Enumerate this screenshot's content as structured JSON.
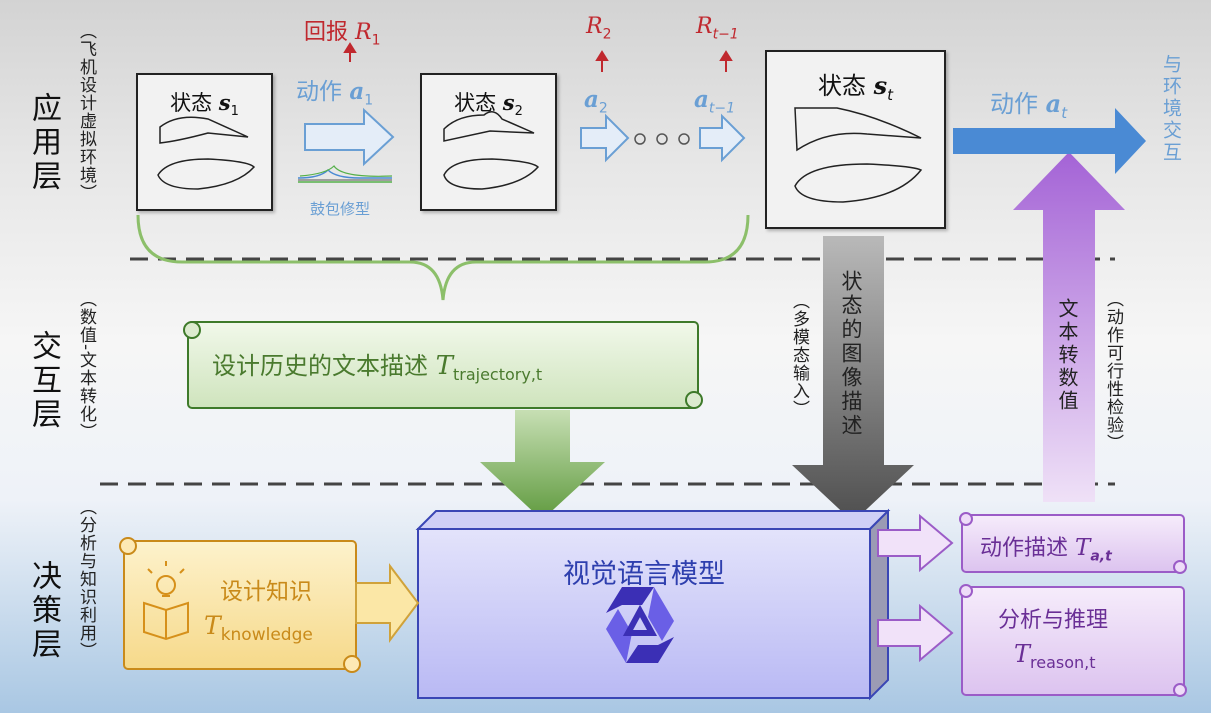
{
  "layers": {
    "application": {
      "title": "应用层",
      "subtitle": "（飞机设计虚拟环境）"
    },
    "interaction": {
      "title": "交互层",
      "subtitle": "（数值-文本转化）"
    },
    "decision": {
      "title": "决策层",
      "subtitle": "（分析与知识利用）"
    }
  },
  "states": {
    "s1": {
      "label": "状态",
      "sym": "s",
      "sub": "1"
    },
    "s2": {
      "label": "状态",
      "sym": "s",
      "sub": "2"
    },
    "st": {
      "label": "状态",
      "sym": "s",
      "sub": "t"
    }
  },
  "rewards": {
    "r1_prefix": "回报",
    "r1_sym": "R",
    "r1_sub": "1",
    "r2_sym": "R",
    "r2_sub": "2",
    "rt_sym": "R",
    "rt_sub": "t−1"
  },
  "actions": {
    "a1_prefix": "动作",
    "a1_sym": "a",
    "a1_sub": "1",
    "a2_sym": "a",
    "a2_sub": "2",
    "at1_sym": "a",
    "at1_sub": "t−1",
    "at_prefix": "动作",
    "at_sym": "a",
    "at_sub": "t"
  },
  "bump_label": "鼓包修型",
  "env_interaction": "与环境交互",
  "trajectory": {
    "text": "设计历史的文本描述 ",
    "sym": "T",
    "sub": "trajectory,t"
  },
  "image_desc": "状态的图像描述",
  "multimodal_note": "（多模态输入）",
  "text_to_value": "文本转数值",
  "feasibility_note": "（动作可行性检验）",
  "knowledge": {
    "text": "设计知识",
    "sym": "T",
    "sub": "knowledge"
  },
  "vlm": {
    "title": "视觉语言模型"
  },
  "action_desc": {
    "text": "动作描述 ",
    "sym": "T",
    "sub": "a,t"
  },
  "reasoning": {
    "text": "分析与推理",
    "sym": "T",
    "sub": "reason,t"
  },
  "colors": {
    "reward_red": "#c0282e",
    "action_blue": "#6a9fd4",
    "trajectory_green": "#5a8a3a",
    "vlm_blue": "#2e3fae",
    "knowledge_orange": "#c98a1a",
    "purple": "#7a3fa8"
  }
}
